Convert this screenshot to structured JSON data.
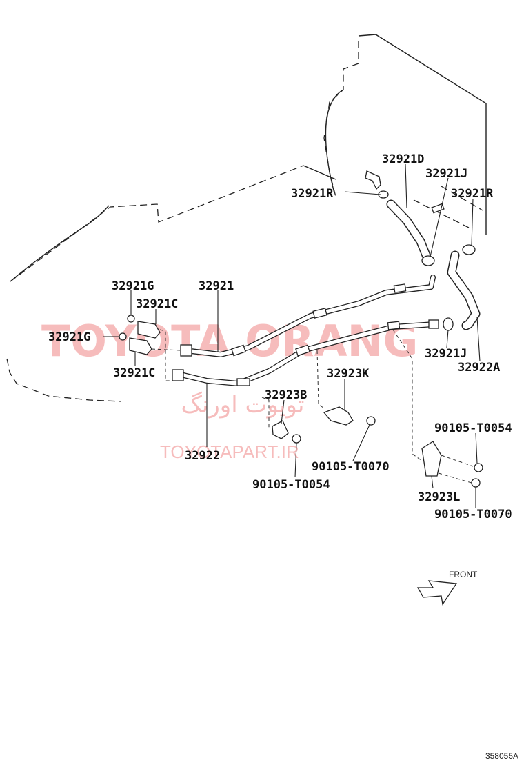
{
  "labels": {
    "p32921D": "32921D",
    "p32921J_top": "32921J",
    "p32921R_left": "32921R",
    "p32921R_right": "32921R",
    "p32921G_top": "32921G",
    "p32921": "32921",
    "p32921C_top": "32921C",
    "p32921G_left": "32921G",
    "p32921C_bottom": "32921C",
    "p32921J_bottom": "32921J",
    "p32922A": "32922A",
    "p32923K": "32923K",
    "p32923B": "32923B",
    "p32922": "32922",
    "p90105_T0054_right": "90105-T0054",
    "p90105_T0070_mid": "90105-T0070",
    "p90105_T0054_bottom": "90105-T0054",
    "p32923L": "32923L",
    "p90105_T0070_right": "90105-T0070"
  },
  "front_label": "FRONT",
  "figure_code": "358055A",
  "watermark": {
    "title": "TOYOTA ORANG",
    "persian": "تویوت اورنگ",
    "url": "TOYOTAPART.IR"
  },
  "colors": {
    "line": "#222222",
    "watermark": "#f4a6a6"
  },
  "icons": {
    "front_arrow": "front-arrow-icon"
  }
}
